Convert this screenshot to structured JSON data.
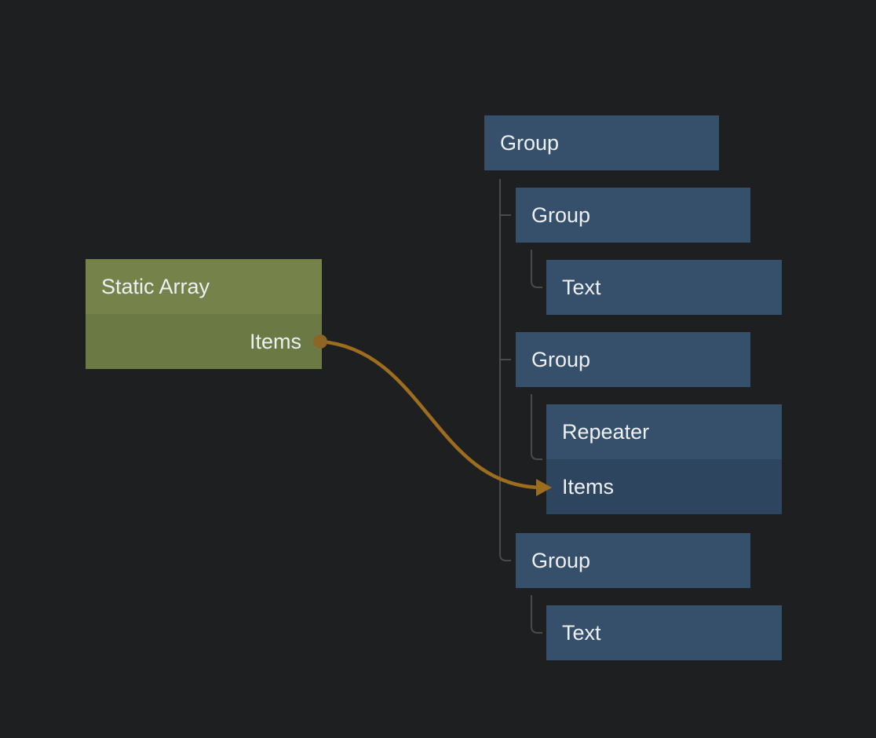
{
  "canvas": {
    "kind": "node-editor-canvas"
  },
  "colors": {
    "background": "#1e1f20",
    "node_blue": "#36506b",
    "node_blue_row": "#2e4560",
    "node_green": "#75834b",
    "node_green_row": "#6b7a44",
    "text": "#edf0f2",
    "tree_line": "#4a4a4a",
    "wire": "#9c6d1e",
    "port_dot": "#8d6526"
  },
  "nodes": {
    "static_array": {
      "title": "Static Array",
      "output_port": "Items"
    },
    "group_root": {
      "title": "Group"
    },
    "group_child_1": {
      "title": "Group"
    },
    "text_1": {
      "title": "Text"
    },
    "group_child_2": {
      "title": "Group"
    },
    "repeater": {
      "title": "Repeater",
      "input_port": "Items"
    },
    "group_child_3": {
      "title": "Group"
    },
    "text_2": {
      "title": "Text"
    }
  },
  "connection": {
    "source_node": "Static Array",
    "source_port": "Items",
    "target_node": "Repeater",
    "target_port": "Items"
  }
}
